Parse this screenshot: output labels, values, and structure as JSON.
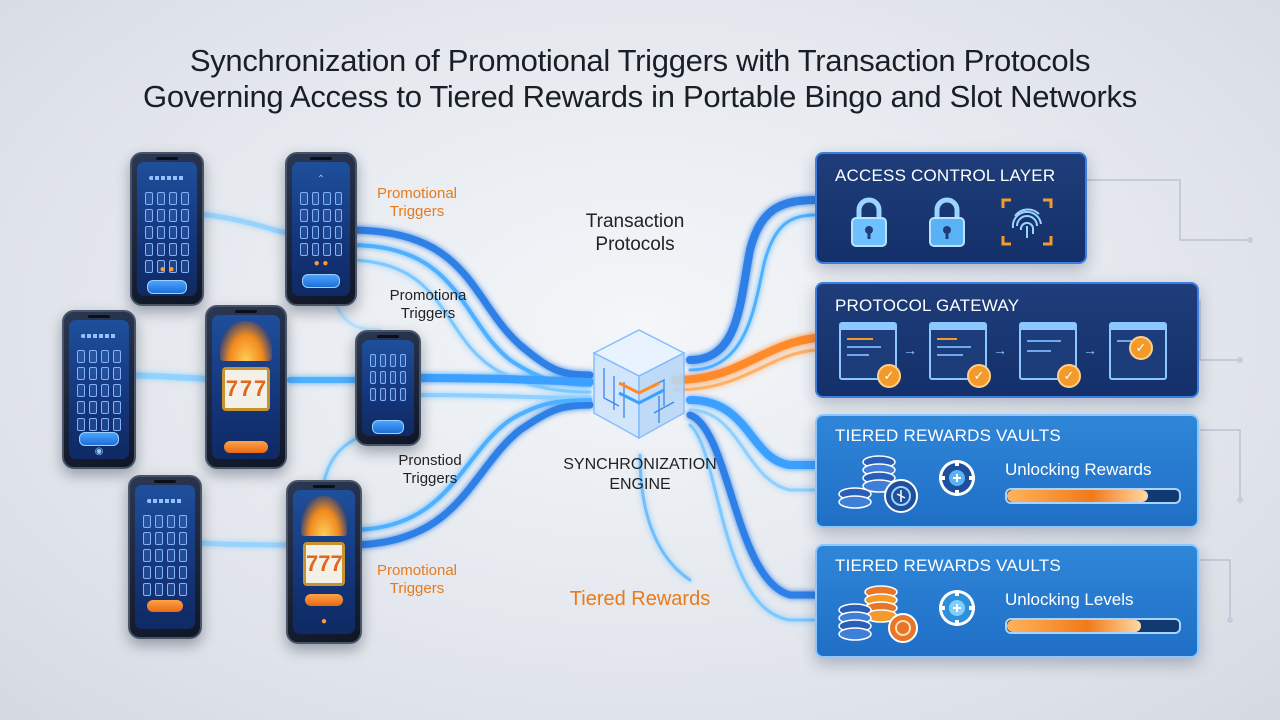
{
  "title": {
    "line1": "Synchronization of Promotional Triggers with Transaction Protocols",
    "line2": "Governing Access to Tiered Rewards in Portable Bingo and Slot Networks"
  },
  "labels": {
    "promo1": [
      "Promotional",
      "Triggers"
    ],
    "promo2": [
      "Promotiona",
      "Triggers"
    ],
    "promo3": [
      "Pronstiod",
      "Triggers"
    ],
    "promo4": [
      "Promotional",
      "Triggers"
    ],
    "transaction": [
      "Transaction",
      "Protocols"
    ],
    "engine": [
      "SYNCHRONIZATION",
      "ENGINE"
    ],
    "tiered": "Tiered Rewards"
  },
  "panels": {
    "access": {
      "title": "ACCESS CONTROL LAYER",
      "icons": [
        "lock-icon",
        "lock-icon",
        "fingerprint-icon"
      ]
    },
    "gateway": {
      "title": "PROTOCOL GATEWAY",
      "steps": 4
    },
    "vault1": {
      "title": "TIERED REWARDS VAULTS",
      "status": "Unlocking Rewards",
      "progress": 0.82
    },
    "vault2": {
      "title": "TIERED REWARDS VAULTS",
      "status": "Unlocking Levels",
      "progress": 0.78
    }
  },
  "colors": {
    "flow_blue": "#3aa0ff",
    "flow_orange": "#ff8a2a",
    "accent_orange": "#e77a1c",
    "panel_dark": "#1e3d7a",
    "panel_light": "#2f86d8"
  }
}
